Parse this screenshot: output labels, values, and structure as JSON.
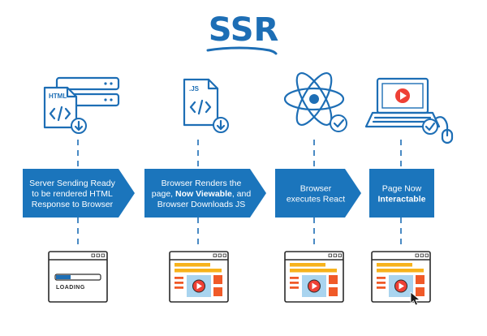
{
  "title": "SSR",
  "steps": [
    {
      "lines": [
        [
          {
            "text": "Server Sending Ready",
            "bold": false
          }
        ],
        [
          {
            "text": "to be rendered HTML",
            "bold": false
          }
        ],
        [
          {
            "text": "Response to Browser",
            "bold": false
          }
        ]
      ],
      "icon": "html-file-server-icon",
      "icon_label": "HTML",
      "screen": "loading",
      "screen_label": "LOADING"
    },
    {
      "lines": [
        [
          {
            "text": "Browser Renders the",
            "bold": false
          }
        ],
        [
          {
            "text": "page, ",
            "bold": false
          },
          {
            "text": "Now Viewable",
            "bold": true
          },
          {
            "text": ", and",
            "bold": false
          }
        ],
        [
          {
            "text": "Browser Downloads JS",
            "bold": false
          }
        ]
      ],
      "icon": "js-file-download-icon",
      "icon_label": ".JS",
      "screen": "rendered"
    },
    {
      "lines": [
        [
          {
            "text": "Browser",
            "bold": false
          }
        ],
        [
          {
            "text": "executes React",
            "bold": false
          }
        ]
      ],
      "icon": "react-atom-icon",
      "screen": "rendered"
    },
    {
      "lines": [
        [
          {
            "text": "Page Now",
            "bold": false
          }
        ],
        [
          {
            "text": "Interactable",
            "bold": true
          }
        ]
      ],
      "icon": "laptop-video-icon",
      "screen": "interactive"
    }
  ],
  "colors": {
    "brand_blue": "#1d6eb5",
    "arrow_blue": "#1b75bc",
    "yellow": "#f7b21b",
    "orange": "#f05a28",
    "light_blue": "#a9d4ef",
    "play_red": "#ee4035",
    "ink": "#2a2a2a"
  }
}
